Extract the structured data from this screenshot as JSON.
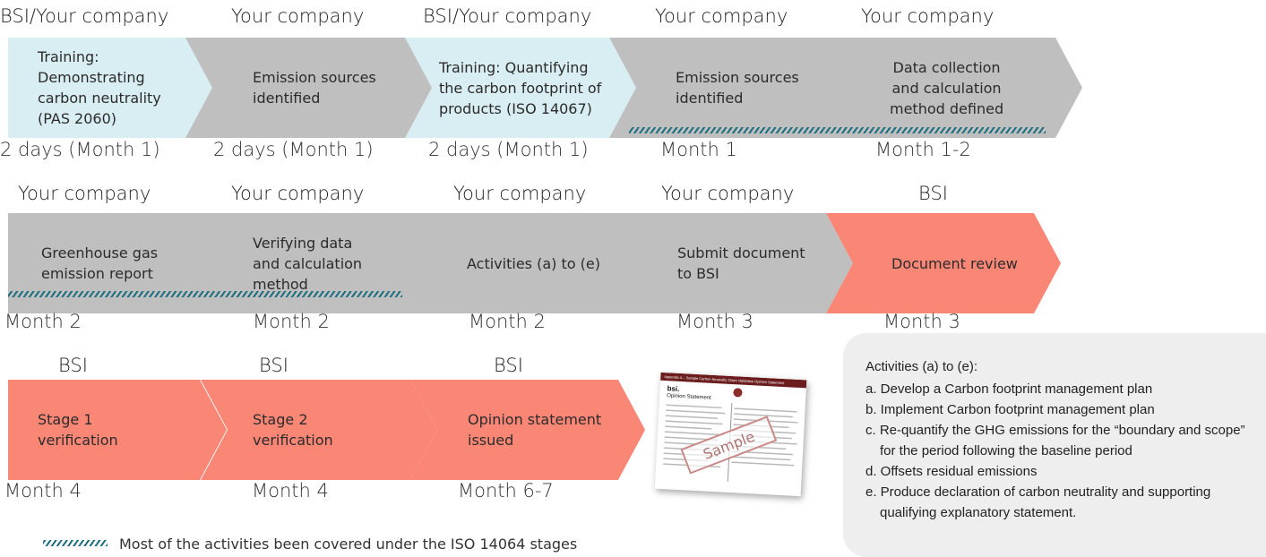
{
  "colors": {
    "training": "#d9eef2",
    "company": "#bfbfbf",
    "bsi": "#fa8676",
    "hatch": "#1a6e7e",
    "notes_bg": "#eeeeee"
  },
  "rows": [
    {
      "steps": [
        {
          "owner": "BSI/Your company",
          "label": "Training:\nDemonstrating\ncarbon neutrality\n(PAS 2060)",
          "timing": "2 days (Month 1)",
          "kind": "training",
          "hatched": false
        },
        {
          "owner": "Your company",
          "label": "Emission sources\nidentified",
          "timing": "2 days (Month 1)",
          "kind": "company",
          "hatched": false
        },
        {
          "owner": "BSI/Your company",
          "label": "Training: Quantifying\nthe carbon footprint of\nproducts (ISO 14067)",
          "timing": "2 days (Month 1)",
          "kind": "training",
          "hatched": false
        },
        {
          "owner": "Your company",
          "label": "Emission sources\nidentified",
          "timing": "Month 1",
          "kind": "company",
          "hatched": true
        },
        {
          "owner": "Your company",
          "label": "Data collection\nand calculation\nmethod defined",
          "timing": "Month 1-2",
          "kind": "company",
          "hatched": true
        }
      ]
    },
    {
      "steps": [
        {
          "owner": "Your company",
          "label": "Greenhouse gas\nemission report",
          "timing": "Month 2",
          "kind": "company",
          "hatched": true
        },
        {
          "owner": "Your company",
          "label": "Verifying data\nand calculation\nmethod",
          "timing": "Month 2",
          "kind": "company",
          "hatched": true
        },
        {
          "owner": "Your company",
          "label": "Activities (a) to (e)",
          "timing": "Month 2",
          "kind": "company",
          "hatched": false
        },
        {
          "owner": "Your company",
          "label": "Submit document\nto BSI",
          "timing": "Month 3",
          "kind": "company",
          "hatched": false
        },
        {
          "owner": "BSI",
          "label": "Document review",
          "timing": "Month 3",
          "kind": "bsi",
          "hatched": false
        }
      ]
    },
    {
      "steps": [
        {
          "owner": "BSI",
          "label": "Stage 1\nverification",
          "timing": "Month 4",
          "kind": "bsi",
          "hatched": false
        },
        {
          "owner": "BSI",
          "label": "Stage 2\nverification",
          "timing": "Month 4",
          "kind": "bsi",
          "hatched": false
        },
        {
          "owner": "BSI",
          "label": "Opinion statement\nissued",
          "timing": "Month 6-7",
          "kind": "bsi",
          "hatched": false
        }
      ]
    }
  ],
  "activities": {
    "title": "Activities (a) to (e):",
    "items": [
      "a. Develop a Carbon footprint management plan",
      "b. Implement Carbon footprint management plan",
      "c. Re-quantify the GHG emissions for the “boundary and scope” for the period following the baseline period",
      "d. Offsets residual emissions",
      "e. Produce declaration of carbon neutrality and supporting qualifying explanatory statement."
    ]
  },
  "legend": {
    "text": "Most of the activities been covered under the ISO 14064 stages"
  },
  "sample_document": {
    "header": "Appendix A – Sample Carbon Neutrality Claim Validation Opinion Statement",
    "brand": "bsi.",
    "heading": "Opinion Statement",
    "stamp": "Sample"
  }
}
